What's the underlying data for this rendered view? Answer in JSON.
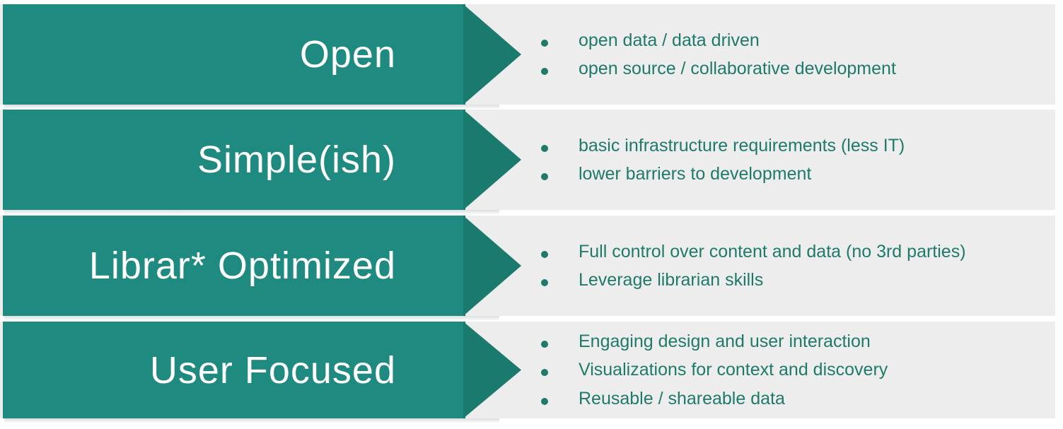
{
  "palette": {
    "arrow_body": "#1e8a80",
    "arrow_head": "#1b7a6e",
    "panel_bg": "#ededed",
    "page_bg": "#ffffff",
    "heading_text": "#ffffff",
    "bullet_text": "#1f7a6a"
  },
  "rows": [
    {
      "heading": "Open",
      "bullets": [
        "open data / data driven",
        "open source / collaborative development"
      ]
    },
    {
      "heading": "Simple(ish)",
      "bullets": [
        "basic infrastructure requirements (less IT)",
        "lower barriers to development"
      ]
    },
    {
      "heading": "Librar* Optimized",
      "bullets": [
        "Full control over content and data (no 3rd parties)",
        "Leverage librarian skills"
      ]
    },
    {
      "heading": "User Focused",
      "bullets": [
        "Engaging design and user interaction",
        "Visualizations for context and discovery",
        "Reusable / shareable data"
      ]
    }
  ]
}
